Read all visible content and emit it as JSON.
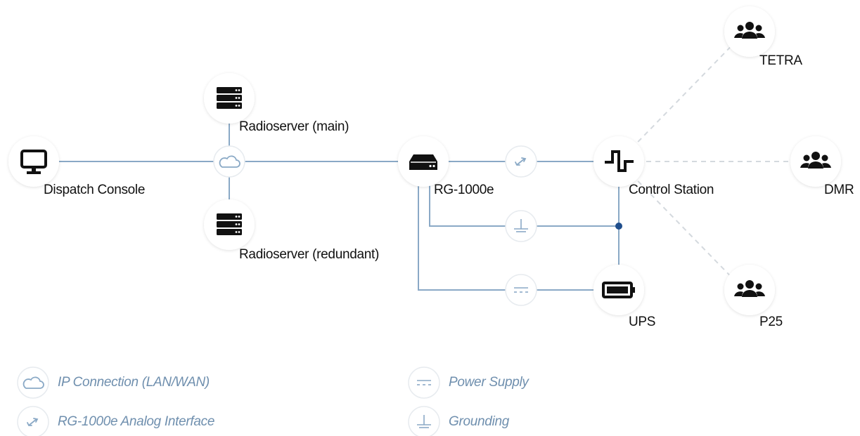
{
  "nodes": {
    "dispatch_console": "Dispatch Console",
    "radioserver_main": "Radioserver (main)",
    "radioserver_redundant": "Radioserver (redundant)",
    "rg1000e": "RG-1000e",
    "control_station": "Control Station",
    "ups": "UPS",
    "tetra": "TETRA",
    "dmr": "DMR",
    "p25": "P25"
  },
  "legend": {
    "ip_connection": "IP Connection (LAN/WAN)",
    "analog_interface": "RG-1000e Analog Interface",
    "power_supply": "Power Supply",
    "grounding": "Grounding"
  },
  "colors": {
    "line": "#8aa9c6",
    "dashed": "#d4d9de",
    "legend_text": "#6f8fae",
    "junction": "#1f4e8c"
  },
  "icons": {
    "dispatch_console": "monitor-icon",
    "radioserver": "server-icon",
    "rg1000e": "gateway-device-icon",
    "control_station": "signal-wave-icon",
    "ups": "battery-icon",
    "radio_networks": "users-group-icon",
    "ip": "cloud-icon",
    "analog": "arrows-exchange-icon",
    "power": "dc-power-icon",
    "ground": "ground-icon"
  }
}
